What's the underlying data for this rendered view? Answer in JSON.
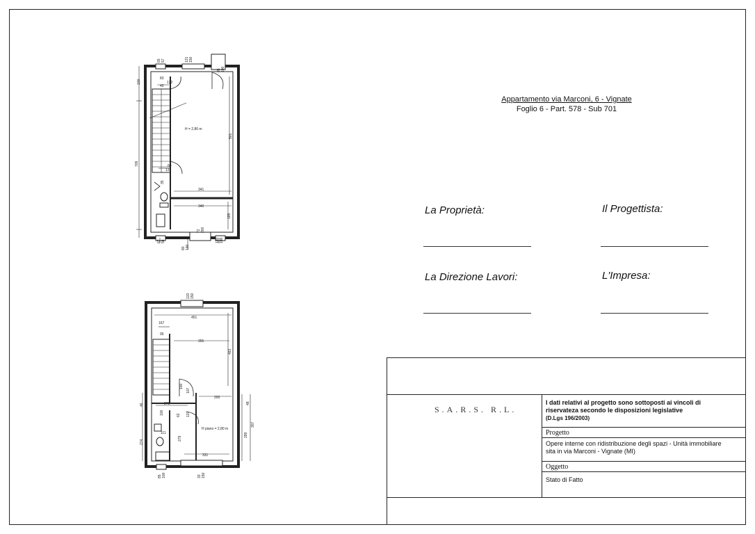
{
  "project": {
    "line1": "Appartamento via Marconi, 6 - Vignate",
    "line2": "Foglio 6 - Part. 578 - Sub 701"
  },
  "signatures": {
    "proprieta": "La Proprietà:",
    "progettista": "Il Progettista:",
    "direzione": "La Direzione Lavori:",
    "impresa": "L'Impresa:"
  },
  "title_block": {
    "logo": "S.A.R.S. R.L.",
    "notice": [
      "I dati relativi al progetto sono sottoposti ai vincoli di",
      "riservateza secondo le disposizioni legislative",
      "(D.Lgs 196/2003)"
    ],
    "progetto_label": "Progetto",
    "progetto_text": [
      "Opere interne con ridistribuzione degli spazi - Unità immobiliare",
      "sita in via Marconi - Vignate (MI)"
    ],
    "oggetto_label": "Oggetto",
    "oggetto_text": "Stato di Fatto"
  },
  "plan_upper": {
    "height_label": "H = 2,80 m",
    "dims": [
      "65",
      "57",
      "121",
      "150",
      "85",
      "100",
      "83",
      "40",
      "27",
      "132",
      "501",
      "709",
      "80",
      "137",
      "35",
      "255",
      "341",
      "340",
      "185",
      "62",
      "58",
      "80",
      "130",
      "72",
      "200",
      "130",
      "100"
    ]
  },
  "plan_lower": {
    "height_label": "H piano = 2,80 m",
    "dims": [
      "133",
      "150",
      "451",
      "167",
      "95",
      "355",
      "483",
      "100",
      "107",
      "25",
      "200",
      "48",
      "278",
      "46",
      "100",
      "62",
      "137",
      "111",
      "279",
      "299",
      "307",
      "274",
      "331",
      "85",
      "100",
      "33",
      "150"
    ]
  }
}
